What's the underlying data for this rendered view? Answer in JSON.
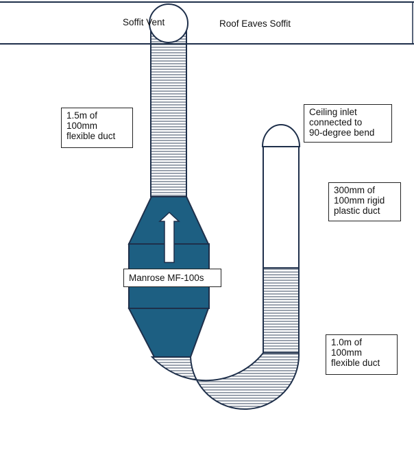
{
  "colors": {
    "fan_fill": "#1d5f82",
    "stroke": "#1e2f4a",
    "arrow_fill": "#ffffff"
  },
  "labels": {
    "soffit_vent": "Soffit Vent",
    "roof_eaves_soffit": "Roof Eaves Soffit",
    "flex_duct_top": "1.5m of\n100mm\nflexible duct",
    "ceiling_inlet": "Ceiling inlet\nconnected to\n 90-degree bend",
    "rigid_duct": "300mm of\n100mm rigid\nplastic duct",
    "fan_model": "Manrose MF-100s",
    "flex_duct_bottom": "1.0m of\n100mm\nflexible duct"
  },
  "icons": {
    "airflow_arrow": "up-arrow-icon"
  }
}
